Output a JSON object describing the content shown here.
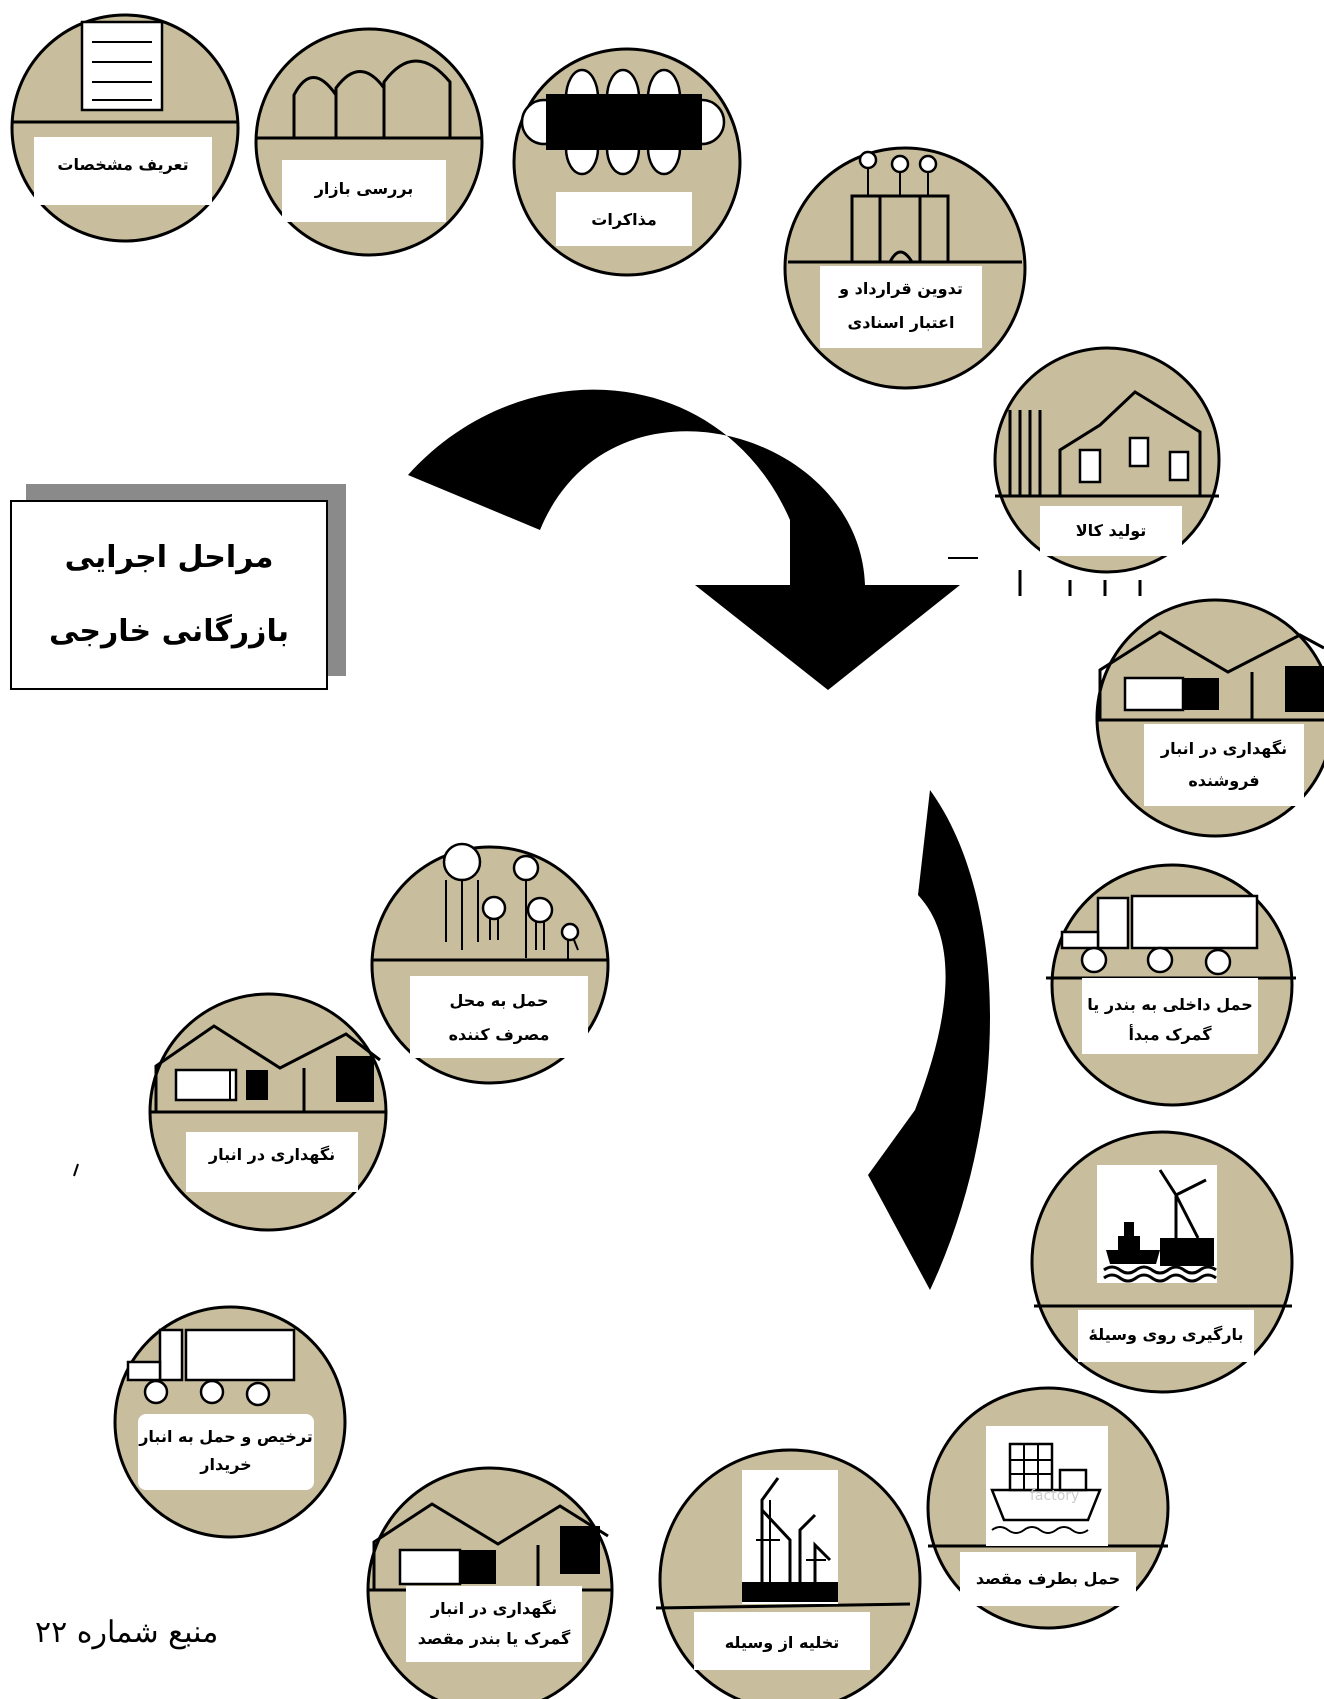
{
  "title": {
    "line1": "مراحل اجرایی",
    "line2": "بازرگانی خارجی"
  },
  "steps": [
    {
      "line1": "تعریف مشخصات",
      "line2": ""
    },
    {
      "line1": "بررسی بازار",
      "line2": ""
    },
    {
      "line1": "مذاکرات",
      "line2": ""
    },
    {
      "line1": "تدوین قرارداد و",
      "line2": "اعتبار اسنادی"
    },
    {
      "line1": "تولید کالا",
      "line2": ""
    },
    {
      "line1": "نگهداری در انبار",
      "line2": "فروشنده"
    },
    {
      "line1": "حمل داخلی به بندر یا",
      "line2": "گمرک مبدأ"
    },
    {
      "line1": "بارگیری روی وسیلهٔ",
      "line2": ""
    },
    {
      "line1": "حمل بطرف مقصد",
      "line2": ""
    },
    {
      "line1": "تخلیه از وسیله",
      "line2": ""
    },
    {
      "line1": "نگهداری در انبار",
      "line2": "گمرک یا  بندر مقصد"
    },
    {
      "line1": "ترخیص و حمل به انبار",
      "line2": "خریدار"
    },
    {
      "line1": "نگهداری در انبار",
      "line2": ""
    },
    {
      "line1": "حمل به محل",
      "line2": "مصرف کننده"
    }
  ],
  "watermark": "factory",
  "source": "منبع شماره ۲۲",
  "colors": {
    "circle_fill": "#c8bd9c",
    "shadow": "#8a8a8a"
  },
  "icons": [
    "document-icon",
    "tanks-icon",
    "meeting-table-icon",
    "contract-building-icon",
    "factory-icon",
    "warehouse-icon",
    "truck-icon",
    "port-crane-ship-icon",
    "cargo-ship-icon",
    "crane-icon",
    "warehouse-icon",
    "truck-icon",
    "warehouse-icon",
    "consumer-trees-icon"
  ]
}
